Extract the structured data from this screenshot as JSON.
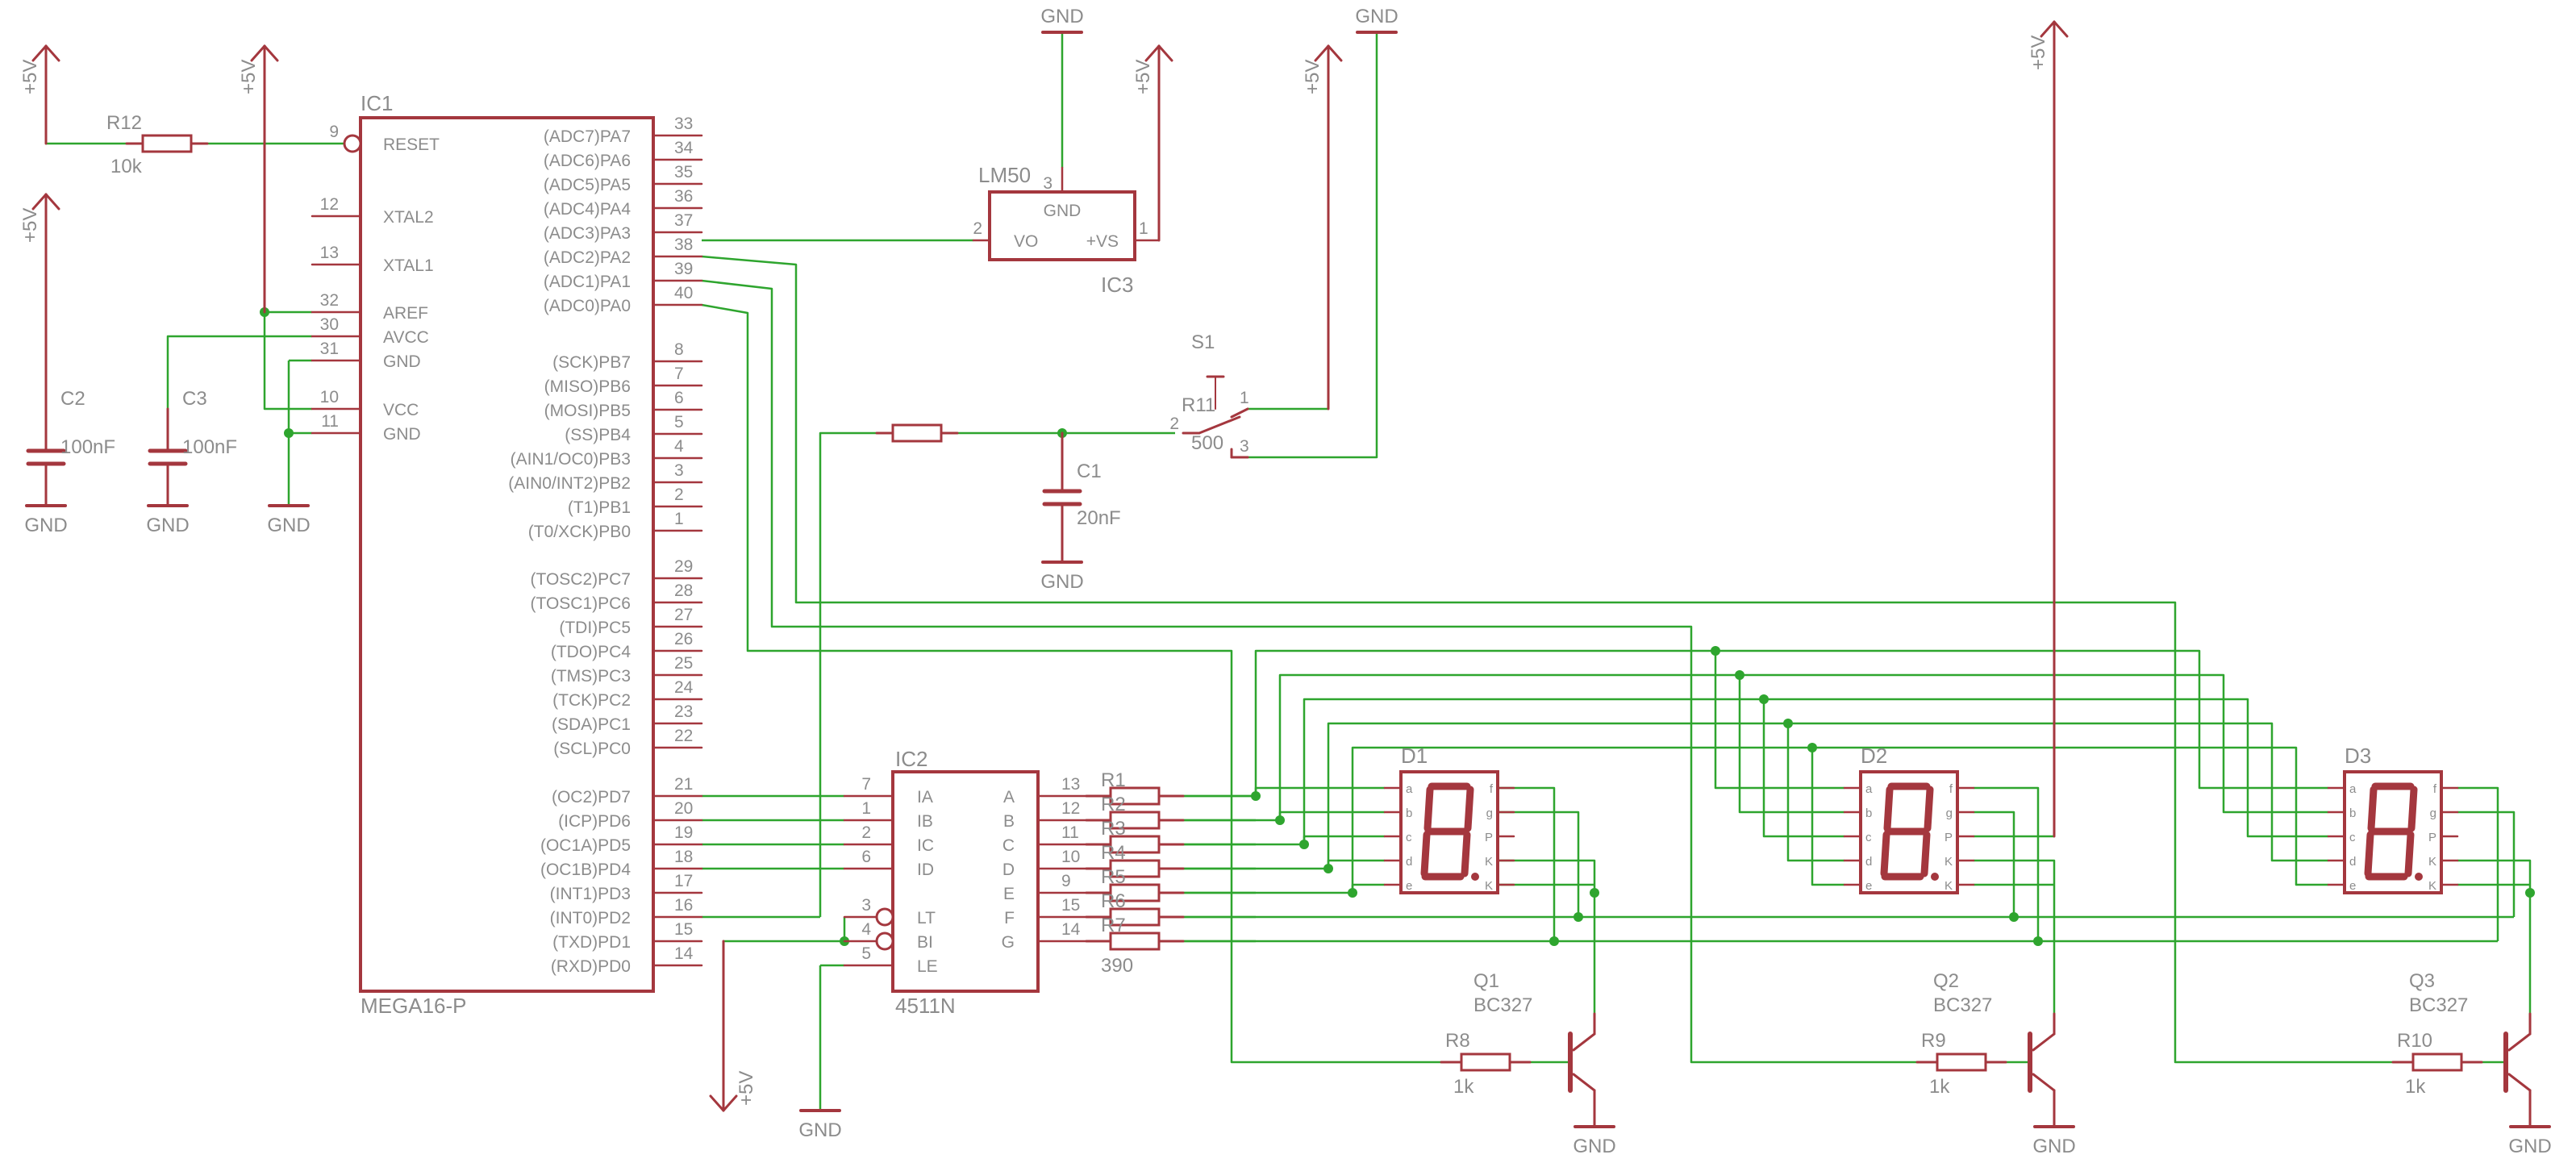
{
  "colors": {
    "symbol": "#a4373e",
    "wire": "#2ea52e",
    "junction": "#2ea52e",
    "text": "#8c8c8c",
    "background": "#ffffff"
  },
  "ic1": {
    "name": "IC1",
    "value": "MEGA16-P",
    "left_pins": [
      {
        "num": "9",
        "label": "RESET"
      },
      {
        "num": "12",
        "label": "XTAL2"
      },
      {
        "num": "13",
        "label": "XTAL1"
      },
      {
        "num": "32",
        "label": "AREF"
      },
      {
        "num": "30",
        "label": "AVCC"
      },
      {
        "num": "31",
        "label": "GND"
      },
      {
        "num": "10",
        "label": "VCC"
      },
      {
        "num": "11",
        "label": "GND"
      }
    ],
    "right_pins": [
      {
        "num": "33",
        "label": "(ADC7)PA7"
      },
      {
        "num": "34",
        "label": "(ADC6)PA6"
      },
      {
        "num": "35",
        "label": "(ADC5)PA5"
      },
      {
        "num": "36",
        "label": "(ADC4)PA4"
      },
      {
        "num": "37",
        "label": "(ADC3)PA3"
      },
      {
        "num": "38",
        "label": "(ADC2)PA2"
      },
      {
        "num": "39",
        "label": "(ADC1)PA1"
      },
      {
        "num": "40",
        "label": "(ADC0)PA0"
      },
      {
        "num": "8",
        "label": "(SCK)PB7"
      },
      {
        "num": "7",
        "label": "(MISO)PB6"
      },
      {
        "num": "6",
        "label": "(MOSI)PB5"
      },
      {
        "num": "5",
        "label": "(SS)PB4"
      },
      {
        "num": "4",
        "label": "(AIN1/OC0)PB3"
      },
      {
        "num": "3",
        "label": "(AIN0/INT2)PB2"
      },
      {
        "num": "2",
        "label": "(T1)PB1"
      },
      {
        "num": "1",
        "label": "(T0/XCK)PB0"
      },
      {
        "num": "29",
        "label": "(TOSC2)PC7"
      },
      {
        "num": "28",
        "label": "(TOSC1)PC6"
      },
      {
        "num": "27",
        "label": "(TDI)PC5"
      },
      {
        "num": "26",
        "label": "(TDO)PC4"
      },
      {
        "num": "25",
        "label": "(TMS)PC3"
      },
      {
        "num": "24",
        "label": "(TCK)PC2"
      },
      {
        "num": "23",
        "label": "(SDA)PC1"
      },
      {
        "num": "22",
        "label": "(SCL)PC0"
      },
      {
        "num": "21",
        "label": "(OC2)PD7"
      },
      {
        "num": "20",
        "label": "(ICP)PD6"
      },
      {
        "num": "19",
        "label": "(OC1A)PD5"
      },
      {
        "num": "18",
        "label": "(OC1B)PD4"
      },
      {
        "num": "17",
        "label": "(INT1)PD3"
      },
      {
        "num": "16",
        "label": "(INT0)PD2"
      },
      {
        "num": "15",
        "label": "(TXD)PD1"
      },
      {
        "num": "14",
        "label": "(RXD)PD0"
      }
    ]
  },
  "ic2": {
    "name": "IC2",
    "value": "4511N",
    "left_pins": [
      {
        "num": "7",
        "label": "IA"
      },
      {
        "num": "1",
        "label": "IB"
      },
      {
        "num": "2",
        "label": "IC"
      },
      {
        "num": "6",
        "label": "ID"
      },
      {
        "num": "3",
        "label": "LT"
      },
      {
        "num": "4",
        "label": "BI"
      },
      {
        "num": "5",
        "label": "LE"
      }
    ],
    "right_pins": [
      {
        "num": "13",
        "label": "A"
      },
      {
        "num": "12",
        "label": "B"
      },
      {
        "num": "11",
        "label": "C"
      },
      {
        "num": "10",
        "label": "D"
      },
      {
        "num": "9",
        "label": "E"
      },
      {
        "num": "15",
        "label": "F"
      },
      {
        "num": "14",
        "label": "G"
      }
    ]
  },
  "ic3": {
    "name": "IC3",
    "value": "LM50",
    "pins": [
      {
        "num": "3",
        "label": "GND"
      },
      {
        "num": "2",
        "label": "VO"
      },
      {
        "num": "1",
        "label": "+VS"
      }
    ]
  },
  "resistor_array": {
    "names": [
      "R1",
      "R2",
      "R3",
      "R4",
      "R5",
      "R6",
      "R7"
    ],
    "value": "390"
  },
  "resistors": [
    {
      "name": "R12",
      "value": "10k"
    },
    {
      "name": "R11",
      "value": "500"
    },
    {
      "name": "R8",
      "value": "1k"
    },
    {
      "name": "R9",
      "value": "1k"
    },
    {
      "name": "R10",
      "value": "1k"
    }
  ],
  "capacitors": [
    {
      "name": "C2",
      "value": "100nF"
    },
    {
      "name": "C3",
      "value": "100nF"
    },
    {
      "name": "C1",
      "value": "20nF"
    }
  ],
  "switch": {
    "name": "S1",
    "pins": [
      "1",
      "2",
      "3"
    ]
  },
  "displays": [
    {
      "name": "D1",
      "left": [
        "a",
        "b",
        "c",
        "d",
        "e"
      ],
      "right": [
        "f",
        "g",
        "P",
        "K",
        "K"
      ]
    },
    {
      "name": "D2",
      "left": [
        "a",
        "b",
        "c",
        "d",
        "e"
      ],
      "right": [
        "f",
        "g",
        "P",
        "K",
        "K"
      ]
    },
    {
      "name": "D3",
      "left": [
        "a",
        "b",
        "c",
        "d",
        "e"
      ],
      "right": [
        "f",
        "g",
        "P",
        "K",
        "K"
      ]
    }
  ],
  "transistors": [
    {
      "name": "Q1",
      "value": "BC327"
    },
    {
      "name": "Q2",
      "value": "BC327"
    },
    {
      "name": "Q3",
      "value": "BC327"
    }
  ],
  "power_labels": {
    "vcc": "+5V",
    "gnd": "GND"
  }
}
